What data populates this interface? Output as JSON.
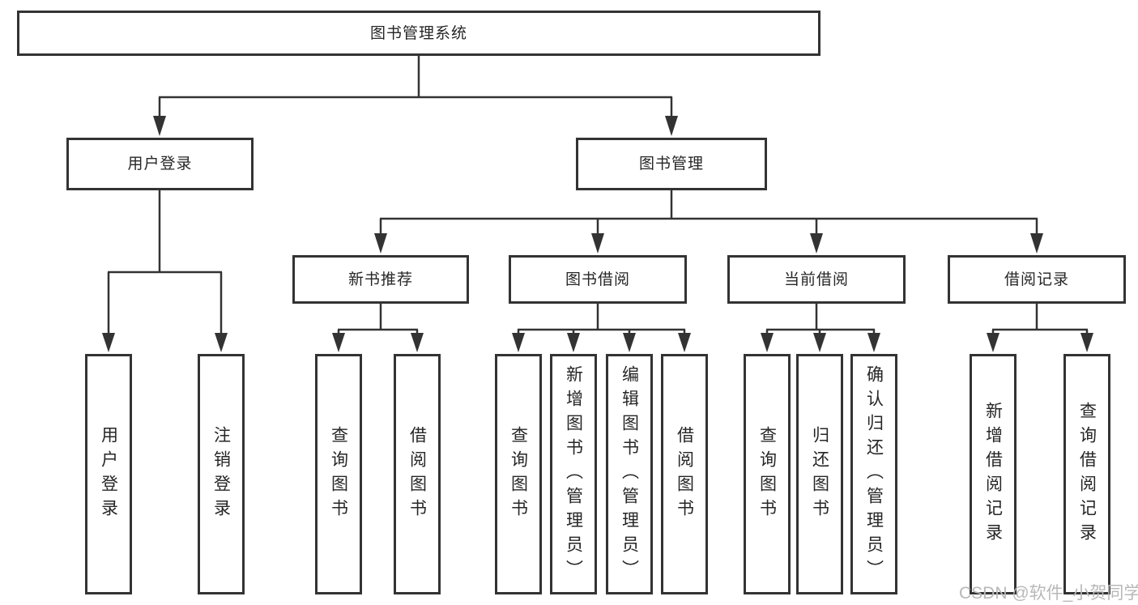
{
  "colors": {
    "line": "#333333",
    "box_border": "#333333",
    "box_background": "#ffffff",
    "text": "#262626",
    "watermark": "#b8b8b8",
    "page_background": "#ffffff"
  },
  "nodes": {
    "root": {
      "label": "图书管理系统"
    },
    "level2": [
      {
        "label": "用户登录",
        "parent": "图书管理系统"
      },
      {
        "label": "图书管理",
        "parent": "图书管理系统"
      }
    ],
    "level3": [
      {
        "label": "新书推荐",
        "parent": "图书管理"
      },
      {
        "label": "图书借阅",
        "parent": "图书管理"
      },
      {
        "label": "当前借阅",
        "parent": "图书管理"
      },
      {
        "label": "借阅记录",
        "parent": "图书管理"
      }
    ],
    "leaves": [
      {
        "label": "用户登录",
        "parent": "用户登录"
      },
      {
        "label": "注销登录",
        "parent": "用户登录"
      },
      {
        "label": "查询图书",
        "parent": "新书推荐"
      },
      {
        "label": "借阅图书",
        "parent": "新书推荐"
      },
      {
        "label": "查询图书",
        "parent": "图书借阅"
      },
      {
        "label": "新增图书（管理员）",
        "parent": "图书借阅"
      },
      {
        "label": "编辑图书（管理员）",
        "parent": "图书借阅"
      },
      {
        "label": "借阅图书",
        "parent": "图书借阅"
      },
      {
        "label": "查询图书",
        "parent": "当前借阅"
      },
      {
        "label": "归还图书",
        "parent": "当前借阅"
      },
      {
        "label": "确认归还（管理员）",
        "parent": "当前借阅"
      },
      {
        "label": "新增借阅记录",
        "parent": "借阅记录"
      },
      {
        "label": "查询借阅记录",
        "parent": "借阅记录"
      }
    ]
  },
  "watermark": {
    "text": "CSDN @软件_小贺同学"
  }
}
